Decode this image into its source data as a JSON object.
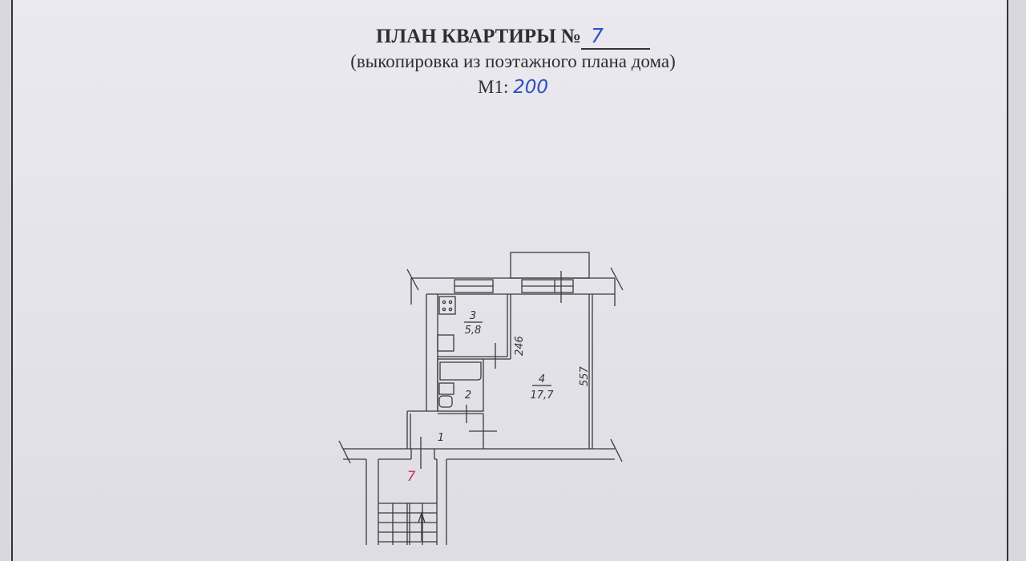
{
  "header": {
    "title": "ПЛАН КВАРТИРЫ №",
    "apartment_number": "7",
    "subtitle": "(выкопировка из поэтажного плана дома)",
    "scale_label": "М1:",
    "scale_value": "200"
  },
  "plan": {
    "rooms": [
      {
        "number": "1",
        "area": ""
      },
      {
        "number": "2",
        "area": ""
      },
      {
        "number": "3",
        "area": "5,8"
      },
      {
        "number": "4",
        "area": "17,7"
      }
    ],
    "dimensions": [
      "246",
      "557"
    ],
    "stair_label": "7",
    "stair_label_color": "#d0305a"
  }
}
